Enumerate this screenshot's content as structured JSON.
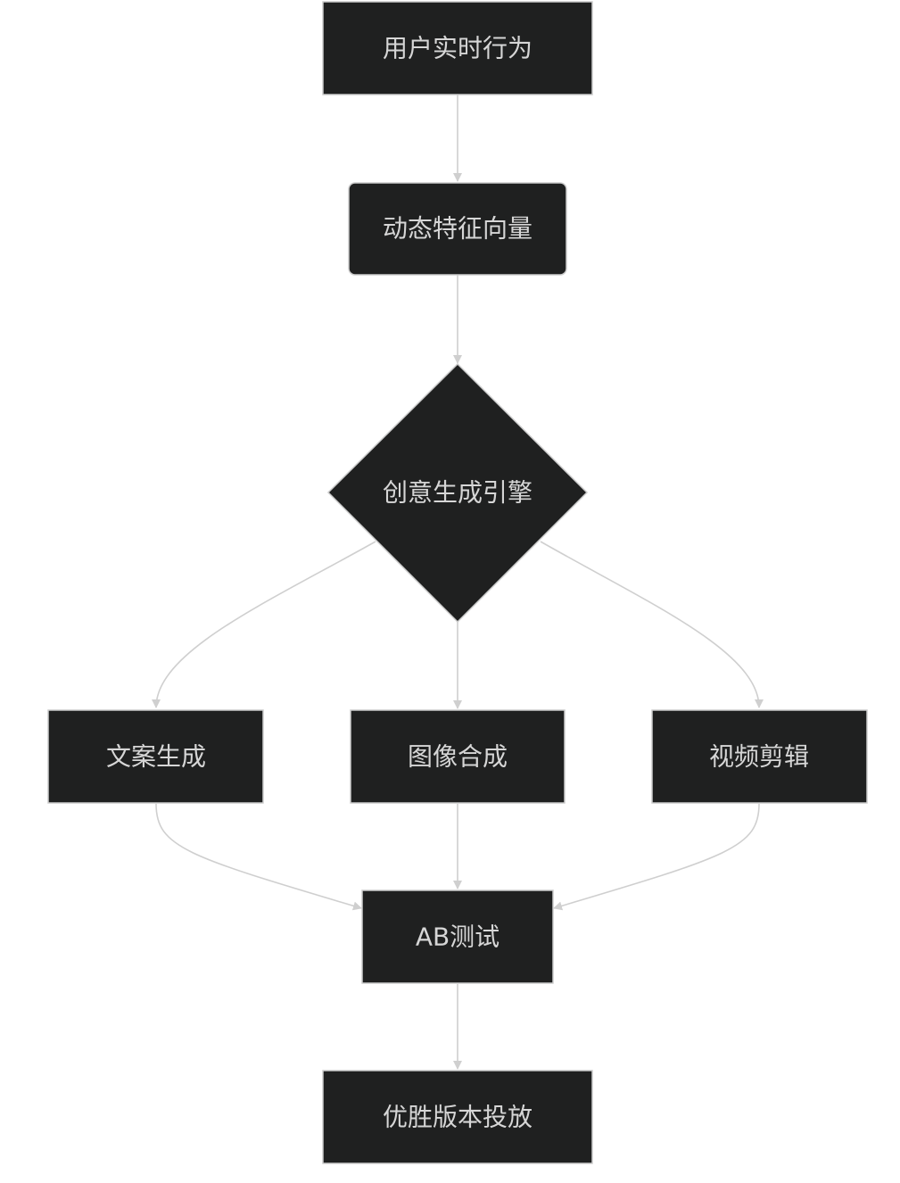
{
  "diagram": {
    "type": "flowchart",
    "direction": "top-to-bottom",
    "nodes": {
      "behavior": {
        "label": "用户实时行为",
        "shape": "rect"
      },
      "feature": {
        "label": "动态特征向量",
        "shape": "rounded-rect"
      },
      "engine": {
        "label": "创意生成引擎",
        "shape": "diamond"
      },
      "copy": {
        "label": "文案生成",
        "shape": "rect"
      },
      "image": {
        "label": "图像合成",
        "shape": "rect"
      },
      "video": {
        "label": "视频剪辑",
        "shape": "rect"
      },
      "abtest": {
        "label": "AB测试",
        "shape": "rect"
      },
      "deploy": {
        "label": "优胜版本投放",
        "shape": "rect"
      }
    },
    "edges": [
      {
        "from": "behavior",
        "to": "feature"
      },
      {
        "from": "feature",
        "to": "engine"
      },
      {
        "from": "engine",
        "to": "copy"
      },
      {
        "from": "engine",
        "to": "image"
      },
      {
        "from": "engine",
        "to": "video"
      },
      {
        "from": "copy",
        "to": "abtest"
      },
      {
        "from": "image",
        "to": "abtest"
      },
      {
        "from": "video",
        "to": "abtest"
      },
      {
        "from": "abtest",
        "to": "deploy"
      }
    ],
    "colors": {
      "node_fill": "#1f2020",
      "node_stroke": "#cccccc",
      "node_text": "#d6d6d6",
      "edge": "#cfcfcf",
      "background": "#ffffff"
    }
  }
}
